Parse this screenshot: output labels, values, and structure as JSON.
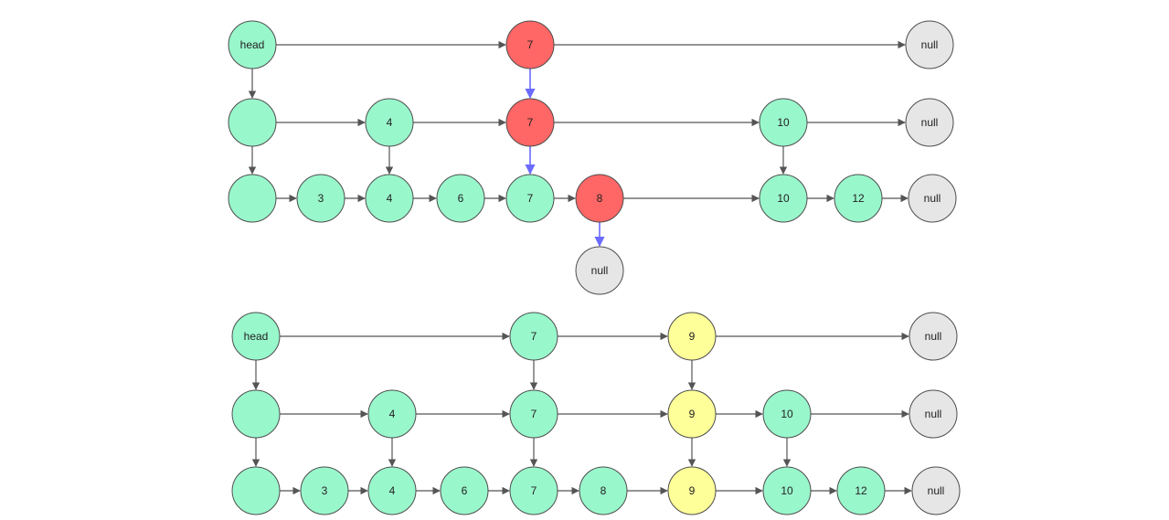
{
  "colors": {
    "node_default": "#99f7cc",
    "node_red": "#ff6666",
    "node_yellow": "#ffff99",
    "node_null": "#e6e6e6",
    "stroke": "#4d4d4d",
    "edge": "#555555",
    "edge_search": "#6b6bff"
  },
  "diagrams": [
    {
      "name": "search-path",
      "nodes": [
        {
          "id": "a0",
          "label": "head",
          "kind": "default"
        },
        {
          "id": "a1",
          "label": "7",
          "kind": "red"
        },
        {
          "id": "a2",
          "label": "null",
          "kind": "null"
        },
        {
          "id": "b0",
          "label": "",
          "kind": "default"
        },
        {
          "id": "b1",
          "label": "4",
          "kind": "default"
        },
        {
          "id": "b2",
          "label": "7",
          "kind": "red"
        },
        {
          "id": "b3",
          "label": "10",
          "kind": "default"
        },
        {
          "id": "b4",
          "label": "null",
          "kind": "null"
        },
        {
          "id": "c0",
          "label": "",
          "kind": "default"
        },
        {
          "id": "c1",
          "label": "3",
          "kind": "default"
        },
        {
          "id": "c2",
          "label": "4",
          "kind": "default"
        },
        {
          "id": "c3",
          "label": "6",
          "kind": "default"
        },
        {
          "id": "c4",
          "label": "7",
          "kind": "default"
        },
        {
          "id": "c5",
          "label": "8",
          "kind": "red"
        },
        {
          "id": "c6",
          "label": "10",
          "kind": "default"
        },
        {
          "id": "c7",
          "label": "12",
          "kind": "default"
        },
        {
          "id": "c8",
          "label": "null",
          "kind": "null"
        },
        {
          "id": "d0",
          "label": "null",
          "kind": "null"
        }
      ],
      "edges": [
        [
          "a0",
          "a1",
          0
        ],
        [
          "a1",
          "a2",
          0
        ],
        [
          "b0",
          "b1",
          0
        ],
        [
          "b1",
          "b2",
          0
        ],
        [
          "b2",
          "b3",
          0
        ],
        [
          "b3",
          "b4",
          0
        ],
        [
          "c0",
          "c1",
          0
        ],
        [
          "c1",
          "c2",
          0
        ],
        [
          "c2",
          "c3",
          0
        ],
        [
          "c3",
          "c4",
          0
        ],
        [
          "c4",
          "c5",
          0
        ],
        [
          "c5",
          "c6",
          0
        ],
        [
          "c6",
          "c7",
          0
        ],
        [
          "c7",
          "c8",
          0
        ],
        [
          "a0",
          "b0",
          0
        ],
        [
          "b0",
          "c0",
          0
        ],
        [
          "b1",
          "c2",
          0
        ],
        [
          "b3",
          "c6",
          0
        ],
        [
          "a1",
          "b2",
          1
        ],
        [
          "b2",
          "c4",
          1
        ],
        [
          "c5",
          "d0",
          1
        ]
      ]
    },
    {
      "name": "after-insert",
      "nodes": [
        {
          "id": "e0",
          "label": "head",
          "kind": "default"
        },
        {
          "id": "e1",
          "label": "7",
          "kind": "default"
        },
        {
          "id": "e2",
          "label": "9",
          "kind": "yellow"
        },
        {
          "id": "e3",
          "label": "null",
          "kind": "null"
        },
        {
          "id": "f0",
          "label": "",
          "kind": "default"
        },
        {
          "id": "f1",
          "label": "4",
          "kind": "default"
        },
        {
          "id": "f2",
          "label": "7",
          "kind": "default"
        },
        {
          "id": "f3",
          "label": "9",
          "kind": "yellow"
        },
        {
          "id": "f4",
          "label": "10",
          "kind": "default"
        },
        {
          "id": "f5",
          "label": "null",
          "kind": "null"
        },
        {
          "id": "g0",
          "label": "",
          "kind": "default"
        },
        {
          "id": "g1",
          "label": "3",
          "kind": "default"
        },
        {
          "id": "g2",
          "label": "4",
          "kind": "default"
        },
        {
          "id": "g3",
          "label": "6",
          "kind": "default"
        },
        {
          "id": "g4",
          "label": "7",
          "kind": "default"
        },
        {
          "id": "g5",
          "label": "8",
          "kind": "default"
        },
        {
          "id": "g6",
          "label": "9",
          "kind": "yellow"
        },
        {
          "id": "g7",
          "label": "10",
          "kind": "default"
        },
        {
          "id": "g8",
          "label": "12",
          "kind": "default"
        },
        {
          "id": "g9",
          "label": "null",
          "kind": "null"
        }
      ],
      "edges": [
        [
          "e0",
          "e1",
          0
        ],
        [
          "e1",
          "e2",
          0
        ],
        [
          "e2",
          "e3",
          0
        ],
        [
          "f0",
          "f1",
          0
        ],
        [
          "f1",
          "f2",
          0
        ],
        [
          "f2",
          "f3",
          0
        ],
        [
          "f3",
          "f4",
          0
        ],
        [
          "f4",
          "f5",
          0
        ],
        [
          "g0",
          "g1",
          0
        ],
        [
          "g1",
          "g2",
          0
        ],
        [
          "g2",
          "g3",
          0
        ],
        [
          "g3",
          "g4",
          0
        ],
        [
          "g4",
          "g5",
          0
        ],
        [
          "g5",
          "g6",
          0
        ],
        [
          "g6",
          "g7",
          0
        ],
        [
          "g7",
          "g8",
          0
        ],
        [
          "g8",
          "g9",
          0
        ],
        [
          "e0",
          "f0",
          0
        ],
        [
          "f0",
          "g0",
          0
        ],
        [
          "e1",
          "f2",
          0
        ],
        [
          "f2",
          "g4",
          0
        ],
        [
          "e2",
          "f3",
          0
        ],
        [
          "f3",
          "g6",
          0
        ],
        [
          "f1",
          "g2",
          0
        ],
        [
          "f4",
          "g7",
          0
        ]
      ]
    }
  ]
}
